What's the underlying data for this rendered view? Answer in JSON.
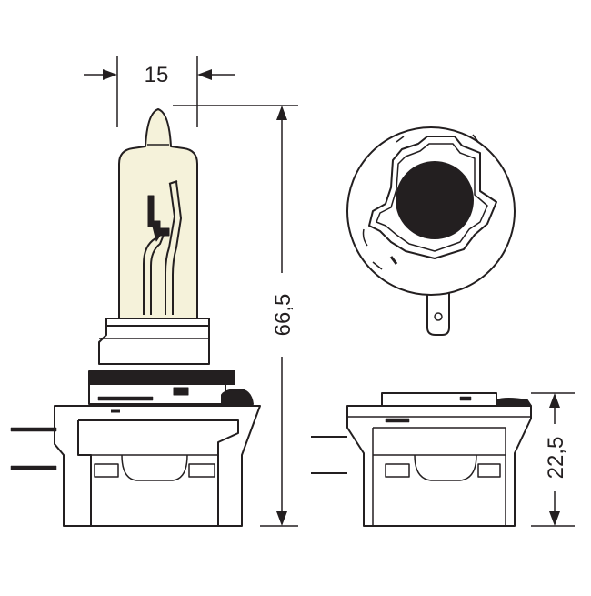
{
  "dimensions": {
    "bulb_width": "15",
    "overall_height": "66,5",
    "base_height": "22,5"
  },
  "colors": {
    "line": "#231f20",
    "fill": "#ffffff",
    "tint": "#f5f2da",
    "solid": "#231f20"
  }
}
